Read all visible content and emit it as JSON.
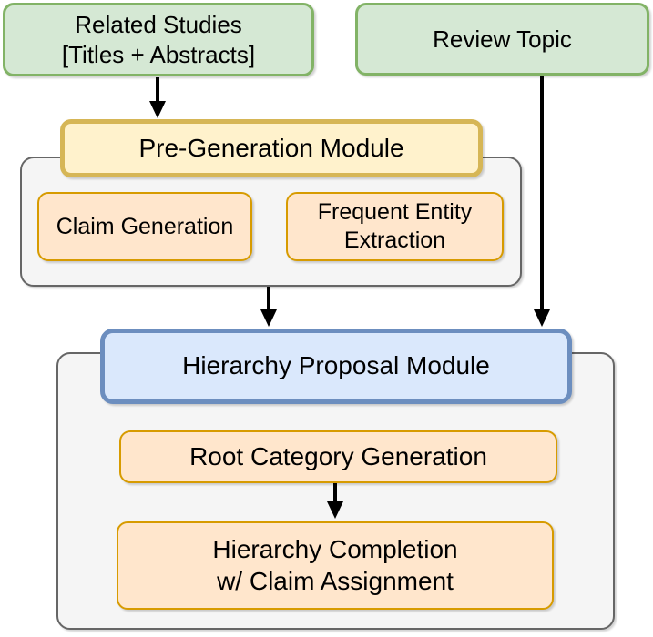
{
  "nodes": {
    "related_studies": {
      "line1": "Related Studies",
      "line2": "[Titles + Abstracts]"
    },
    "review_topic": {
      "label": "Review Topic"
    },
    "pre_generation_module": {
      "label": "Pre-Generation Module"
    },
    "claim_generation": {
      "label": "Claim Generation"
    },
    "frequent_entity_extraction": {
      "line1": "Frequent Entity",
      "line2": "Extraction"
    },
    "hierarchy_proposal_module": {
      "label": "Hierarchy Proposal Module"
    },
    "root_category_generation": {
      "label": "Root Category Generation"
    },
    "hierarchy_completion": {
      "line1": "Hierarchy Completion",
      "line2": "w/ Claim Assignment"
    }
  },
  "colors": {
    "input_fill": "#D5E8D4",
    "input_border": "#82B366",
    "pre_generation_header_fill": "#FFF2CC",
    "pre_generation_header_border": "#D6B656",
    "hierarchy_header_fill": "#DAE8FC",
    "hierarchy_header_border": "#6C8EBF",
    "step_fill": "#FFE6CC",
    "step_border": "#D79B00",
    "container_fill": "#F5F5F5",
    "container_border": "#666666",
    "arrow": "#000000",
    "text": "#000000"
  }
}
